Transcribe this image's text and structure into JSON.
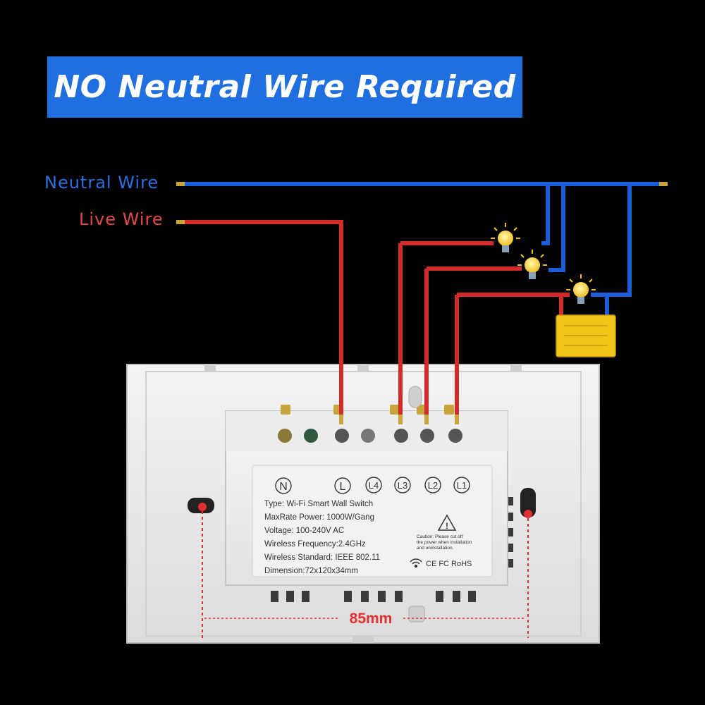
{
  "banner": {
    "title": "NO Neutral Wire Required"
  },
  "wires": {
    "neutral_label": "Neutral Wire",
    "live_label": "Live Wire",
    "neutral_color": "#1a5fd6",
    "live_color": "#d42a2a"
  },
  "terminals": {
    "neutral": "N",
    "live": "L",
    "l4": "L4",
    "l3": "L3",
    "l2": "L2",
    "l1": "L1"
  },
  "spec_label": {
    "type": "Type: Wi-Fi Smart Wall Switch",
    "max_power": "MaxRate Power: 1000W/Gang",
    "voltage": "Voltage: 100-240V AC",
    "frequency": "Wireless Frequency:2.4GHz",
    "standard": "Wireless Standard: IEEE 802.11",
    "dimension": "Dimension:72x120x34mm",
    "caution_line1": "Caution: Please cut off",
    "caution_line2": "the power when installation",
    "caution_line3": "and uninstallation.",
    "certifications": "CE FC RoHS"
  },
  "measurement": {
    "distance": "85mm"
  },
  "icons": [
    "bulb-icon",
    "capacitor-icon",
    "warning-icon",
    "wifi-icon"
  ]
}
